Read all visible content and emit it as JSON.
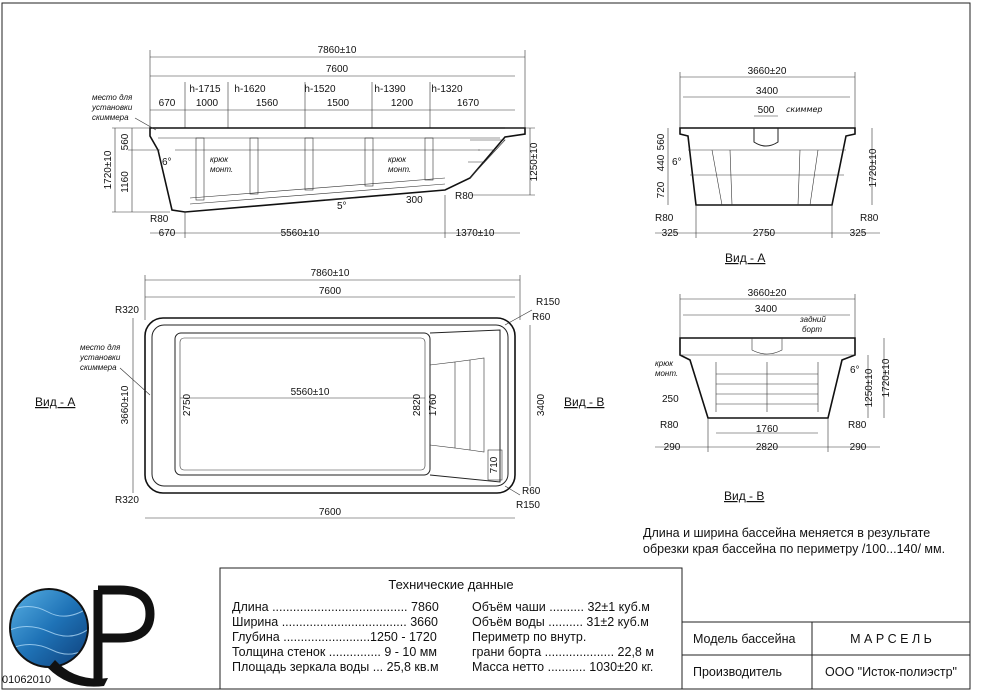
{
  "frame_label": "01062010",
  "logo": {
    "letters": "QP"
  },
  "note": {
    "line1": "Длина и ширина бассейна меняется в результате",
    "line2": "обрезки края бассейна по периметру /100...140/ мм."
  },
  "specs": {
    "title": "Технические данные",
    "left": [
      "Длина ....................................... 7860",
      "Ширина .................................... 3660",
      "Глубина .........................1250 - 1720",
      "Толщина стенок ............... 9 - 10 мм",
      "Площадь зеркала воды ... 25,8 кв.м"
    ],
    "right": [
      "Объём чаши .......... 32±1 куб.м",
      "Объём воды .......... 31±2 куб.м",
      "Периметр по внутр.",
      "грани борта .................... 22,8 м",
      "Масса нетто ........... 1030±20 кг."
    ],
    "model_label": "Модель бассейна",
    "model_value": "М А Р С Е Л Ь",
    "maker_label": "Производитель",
    "maker_value": "ООО \"Исток-полиэстр\""
  },
  "side_view": {
    "overall": "7860±10",
    "length": "7600",
    "segments": [
      "670",
      "1000",
      "1560",
      "1500",
      "1200",
      "1670"
    ],
    "depths": [
      "h-1715",
      "h-1620",
      "h-1520",
      "h-1390",
      "h-1320"
    ],
    "skimmer_note": [
      "место для",
      "установки",
      "скиммера"
    ],
    "hook": [
      "крюк",
      "монт."
    ],
    "left_dims": [
      "560",
      "1160",
      "1720±10"
    ],
    "right_dim": "1250±10",
    "angle1": "6°",
    "angle2": "5°",
    "bottom": [
      "670",
      "5560±10",
      "1370±10"
    ],
    "r80a": "R80",
    "r80b": "R80",
    "d300": "300"
  },
  "plan_view": {
    "overall": "7860±10",
    "length": "7600",
    "bottom_length": "7600",
    "r320": "R320",
    "r150": "R150",
    "r60": "R60",
    "inner_len": "5560±10",
    "w3660": "3660±10",
    "w2750": "2750",
    "w2820": "2820",
    "w1760": "1760",
    "w3400": "3400",
    "d710": "710",
    "skimmer_note": [
      "место для",
      "установки",
      "скиммера"
    ],
    "view_a": "Вид - А",
    "view_b": "Вид - В"
  },
  "view_a": {
    "overall": "3660±20",
    "width": "3400",
    "skimmer_w": "500",
    "skimmer_label": "скиммер",
    "left_dims": [
      "560",
      "440",
      "720"
    ],
    "right_dim": "1720±10",
    "angle": "6°",
    "bottom": [
      "325",
      "2750",
      "325"
    ],
    "r80": "R80",
    "title": "Вид - А"
  },
  "view_b": {
    "overall": "3660±20",
    "width": "3400",
    "back_label": [
      "задний",
      "борт"
    ],
    "hook": [
      "крюк",
      "монт."
    ],
    "left_dim": "250",
    "right_dims": [
      "1250±10",
      "1720±10"
    ],
    "angle": "6°",
    "inner": "1760",
    "bottom": [
      "290",
      "2820",
      "290"
    ],
    "r80": "R80",
    "title": "Вид - В"
  }
}
